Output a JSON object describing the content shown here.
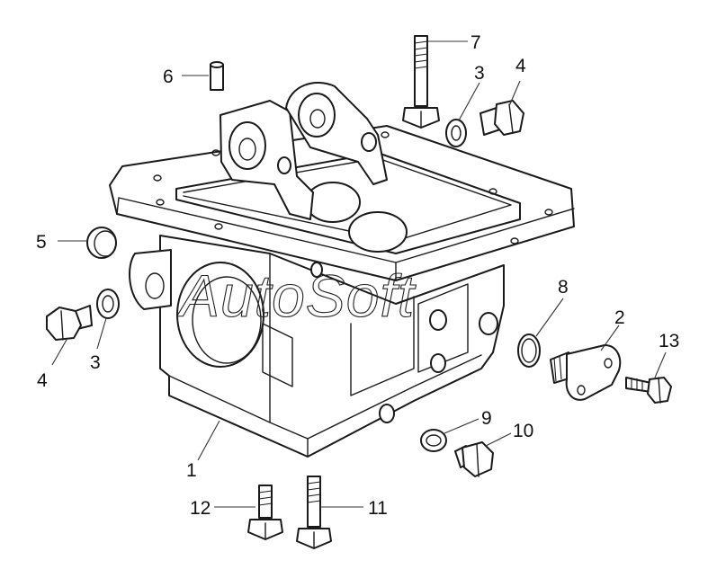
{
  "watermark": "AutoSoft",
  "callouts": {
    "c1": "1",
    "c2": "2",
    "c3a": "3",
    "c3b": "3",
    "c4a": "4",
    "c4b": "4",
    "c5": "5",
    "c6": "6",
    "c7": "7",
    "c8": "8",
    "c9": "9",
    "c10": "10",
    "c11": "11",
    "c12": "12",
    "c13": "13"
  }
}
